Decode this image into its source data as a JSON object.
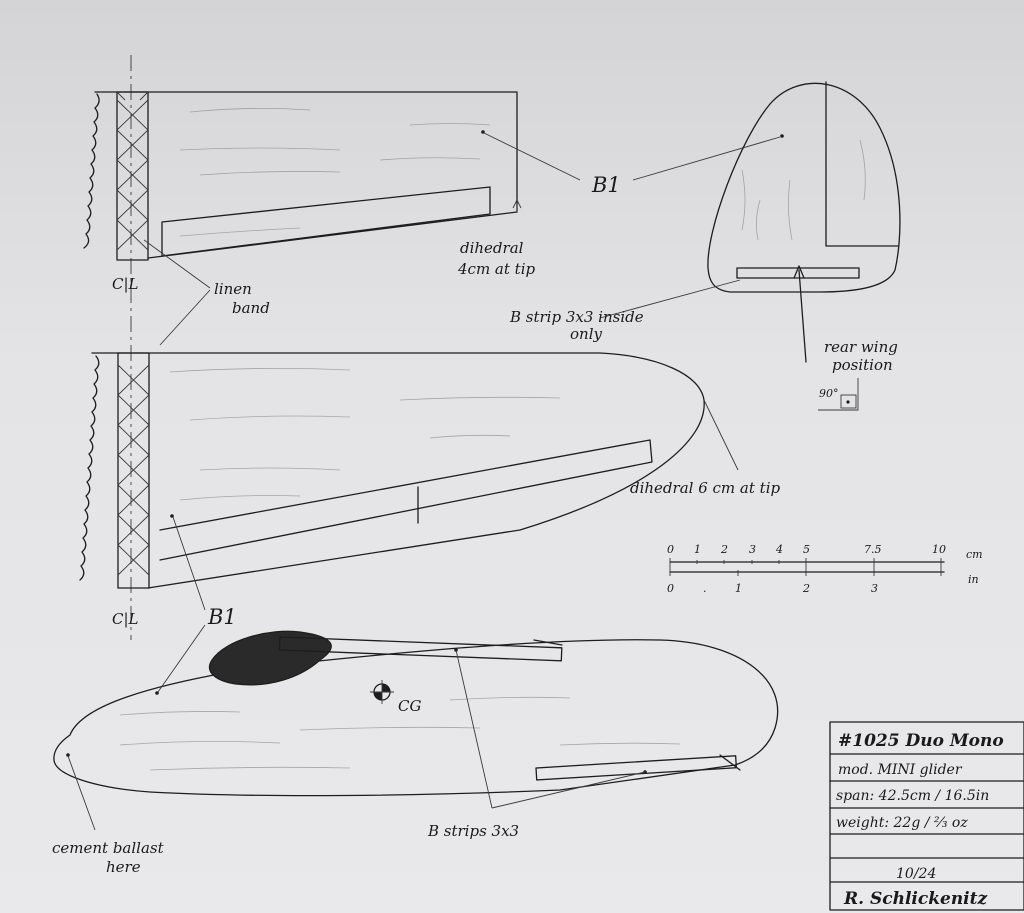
{
  "labels": {
    "part_b1_top": "B1",
    "part_b1_mid": "B1",
    "cl_top": "C|L",
    "cl_mid": "C|L",
    "linen_band_1": "linen",
    "linen_band_2": "band",
    "dihedral_4_1": "dihedral",
    "dihedral_4_2": "4cm at tip",
    "dihedral_6": "dihedral  6 cm at tip",
    "bstrip_inside_1": "B strip 3x3  inside",
    "bstrip_inside_2": "only",
    "rear_wing_1": "rear wing",
    "rear_wing_2": "position",
    "angle": "90°",
    "cg": "CG",
    "bstrips": "B strips  3x3",
    "ballast_1": "cement ballast",
    "ballast_2": "here"
  },
  "scale": {
    "cm_ticks": [
      "0",
      "1",
      "2",
      "3",
      "4",
      "5",
      "7.5",
      "10"
    ],
    "in_ticks": [
      "0",
      ".",
      "1",
      "2",
      "3"
    ],
    "cm_unit": "cm",
    "in_unit": "in"
  },
  "title_block": {
    "model": "#1025 Duo Mono",
    "type": "mod. MINI glider",
    "span": "span: 42.5cm / 16.5in",
    "weight": "weight: 22g / ⅔ oz",
    "blank": "",
    "date": "10/24",
    "author": "R. Schlickenitz"
  },
  "colors": {
    "ink": "#1d1d1d",
    "paper": "#e6e6e8",
    "ballast": "#2a2a2a"
  }
}
